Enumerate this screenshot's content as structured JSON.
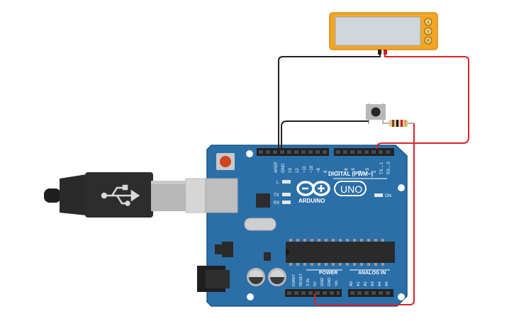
{
  "board": {
    "brand": "ARDUINO",
    "model": "UNO",
    "digital_header": "DIGITAL (PWM~)",
    "power_header": "POWER",
    "analog_header": "ANALOG IN",
    "on_label": "ON",
    "led_l": "L",
    "led_tx": "TX",
    "led_rx": "RX",
    "digital_pins": [
      "AREF",
      "GND",
      "13",
      "12",
      "~11",
      "~10",
      "~9",
      "8",
      "7",
      "~6",
      "~5",
      "4",
      "~3",
      "2",
      "TX→1",
      "RX←0"
    ],
    "power_pins": [
      "IOREF",
      "RESET",
      "3.3V",
      "5V",
      "GND",
      "GND",
      "Vin"
    ],
    "analog_pins": [
      "A0",
      "A1",
      "A2",
      "A3",
      "A4",
      "A5"
    ]
  },
  "multimeter": {
    "mode_buttons": [
      "A",
      "V",
      "R"
    ],
    "selected_mode": "V",
    "display_value": ""
  },
  "components": {
    "usb_cable": "usb-b-cable",
    "pushbutton": "pushbutton",
    "resistor": "resistor"
  },
  "colors": {
    "board": "#2b6fa8",
    "multimeter": "#f3a623",
    "wire_red": "#d6262b",
    "wire_black": "#222222"
  }
}
